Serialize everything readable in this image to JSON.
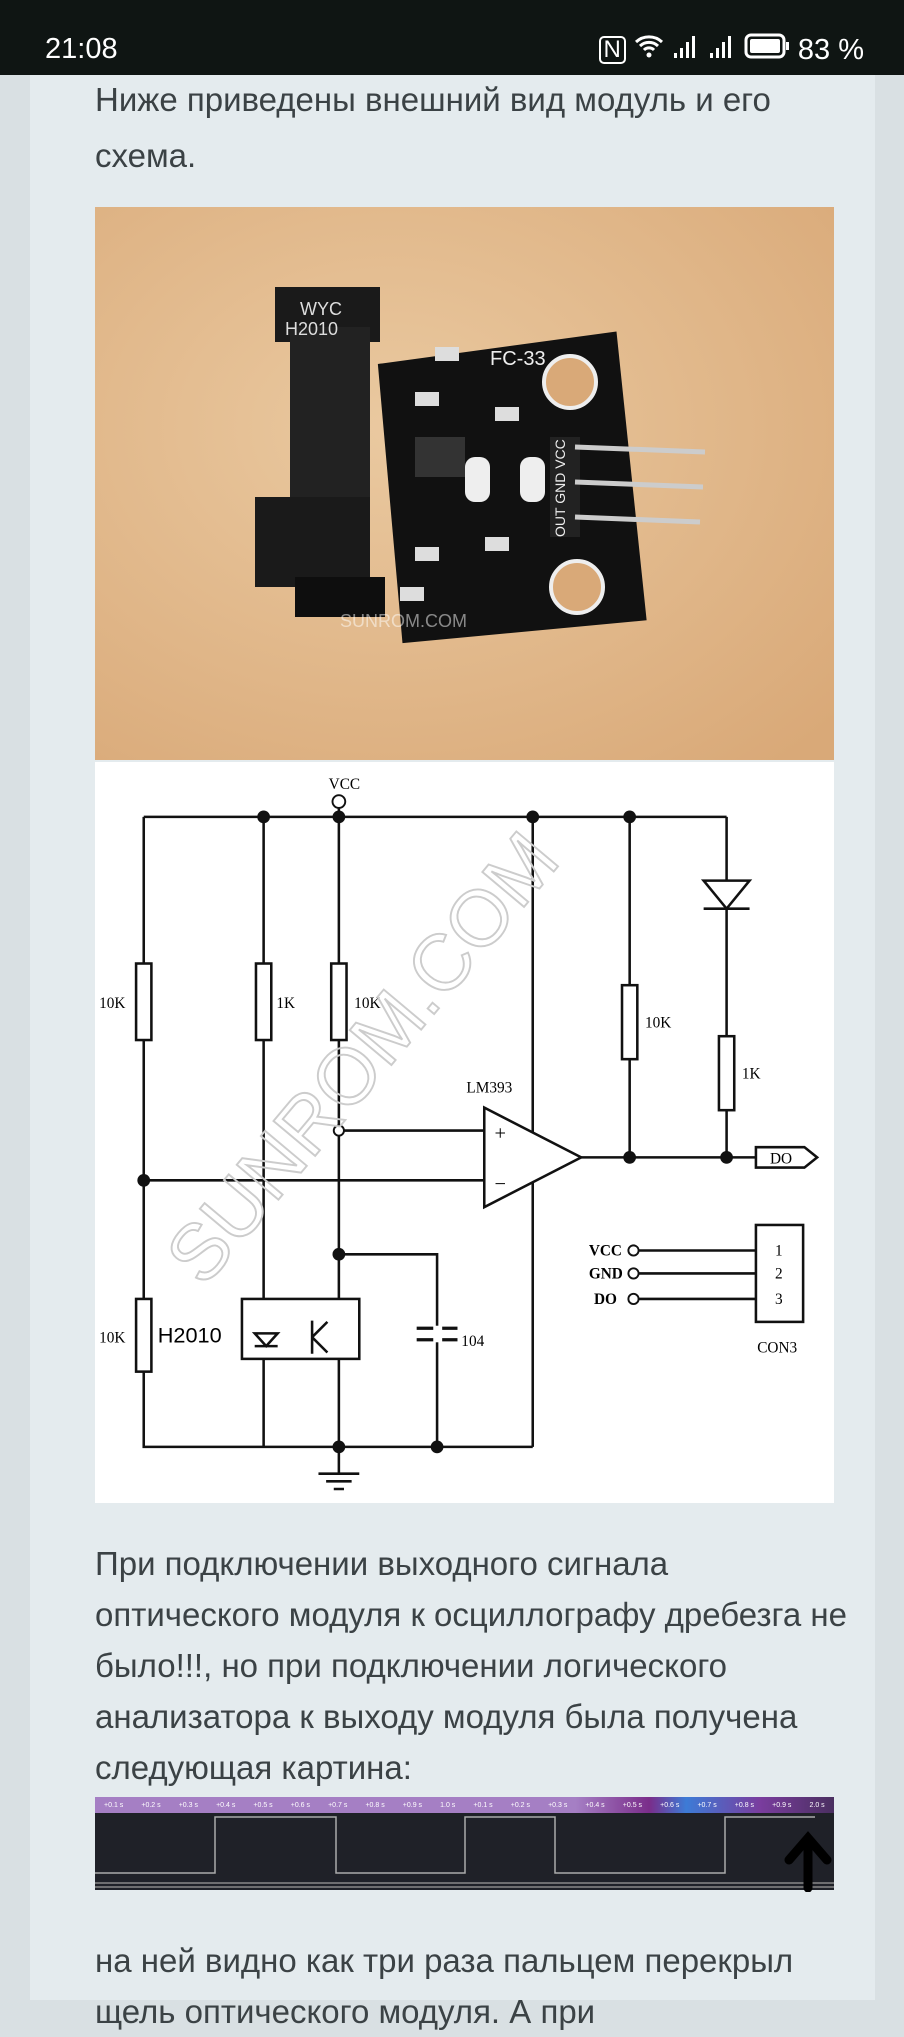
{
  "status_bar": {
    "time": "21:08",
    "battery": "83 %",
    "icons": [
      "nfc-icon",
      "wifi-icon",
      "signal-icon",
      "signal-icon",
      "battery-icon"
    ]
  },
  "article": {
    "intro": " Ниже приведены внешний вид модуль и его схема.",
    "paragraph1": "При подключении выходного сигнала оптического модуля к осциллографу дребезга не было!!!, но при подключении логического анализатора к выходу модуля была получена следующая картина:",
    "paragraph2": "на ней видно как три раза пальцем перекрыл щель оптического модуля. А при"
  },
  "photo": {
    "sensor_label1": "WYC",
    "sensor_label2": "H2010",
    "board_label": "FC-33",
    "pins": "OUT GND VCC",
    "watermark": "SUNROM.COM"
  },
  "schematic": {
    "vcc": "VCC",
    "r1": "10K",
    "r2": "1K",
    "r3": "10K",
    "r4": "10K",
    "r5": "1K",
    "r6": "10K",
    "chip": "LM393",
    "sensor": "H2010",
    "cap": "104",
    "output": "DO",
    "con_pins": [
      "VCC",
      "GND",
      "DO"
    ],
    "con_nums": [
      "1",
      "2",
      "3"
    ],
    "connector": "CON3",
    "plus": "+",
    "minus": "−",
    "watermark": "SUNROM.COM"
  },
  "analyzer": {
    "ticks": [
      "+0.1 s",
      "+0.2 s",
      "+0.3 s",
      "+0.4 s",
      "+0.5 s",
      "+0.6 s",
      "+0.7 s",
      "+0.8 s",
      "+0.9 s",
      "1.0 s",
      "+0.1 s",
      "+0.2 s",
      "+0.3 s",
      "+0.4 s",
      "+0.5 s",
      "+0.6 s",
      "+0.7 s",
      "+0.8 s",
      "+0.9 s",
      "2.0 s"
    ]
  }
}
